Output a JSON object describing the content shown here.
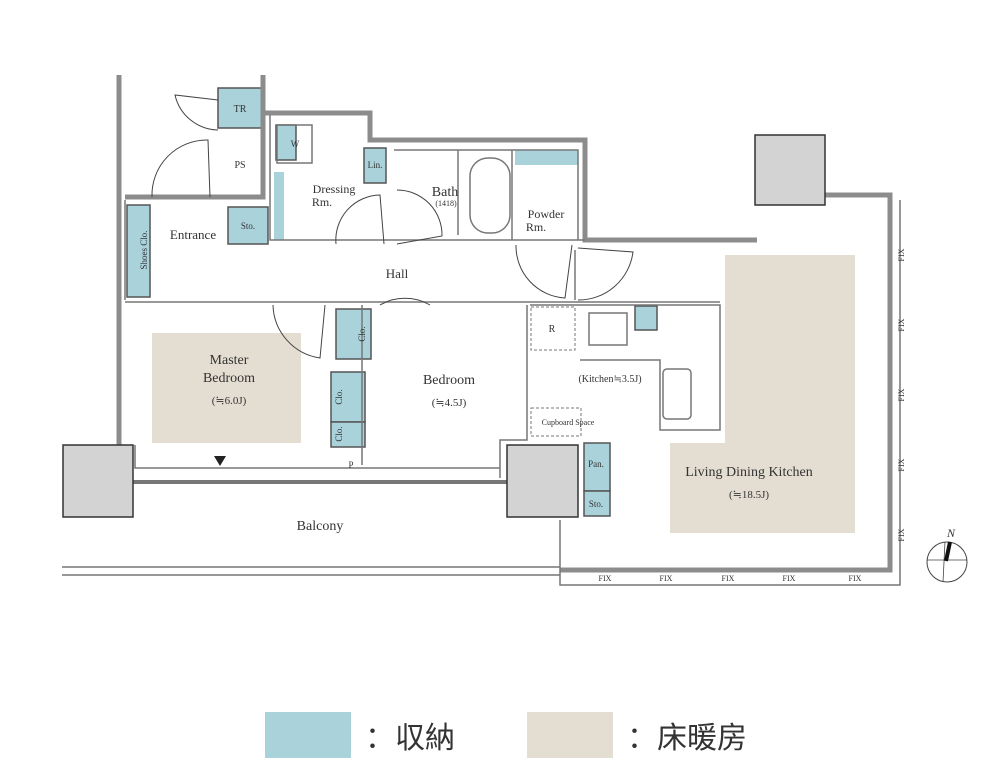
{
  "colors": {
    "storage": "#a9d2db",
    "floor_heating": "#e4ded2",
    "column": "#d3d3d3",
    "wall": "#8c8c8c"
  },
  "rooms": {
    "tr": "TR",
    "ps": "PS",
    "w": "W",
    "lin": "Lin.",
    "dressing_1": "Dressing",
    "dressing_2": "Rm.",
    "bath": "Bath",
    "bath_size": "(1418)",
    "powder_1": "Powder",
    "powder_2": "Rm.",
    "entrance": "Entrance",
    "shoes": "Shoes Clo.",
    "sto_entrance": "Sto.",
    "hall": "Hall",
    "master_1": "Master",
    "master_2": "Bedroom",
    "master_size": "(≒6.0J)",
    "clo_1": "Clo.",
    "clo_2": "Clo.",
    "clo_3": "Clo.",
    "p": "P",
    "bedroom": "Bedroom",
    "bedroom_size": "(≒4.5J)",
    "r": "R",
    "kitchen": "(Kitchen≒3.5J)",
    "cupboard": "Cupboard Space",
    "pan": "Pan.",
    "sto_ldk": "Sto.",
    "ldk": "Living Dining Kitchen",
    "ldk_size": "(≒18.5J)",
    "balcony": "Balcony",
    "fix": [
      "FIX",
      "FIX",
      "FIX",
      "FIX",
      "FIX",
      "FIX",
      "FIX",
      "FIX",
      "FIX",
      "FIX"
    ]
  },
  "compass": {
    "label": "N"
  },
  "legend": [
    {
      "label": "：収納",
      "color": "#a9d2db"
    },
    {
      "label": "：床暖房",
      "color": "#e4ded2"
    }
  ]
}
